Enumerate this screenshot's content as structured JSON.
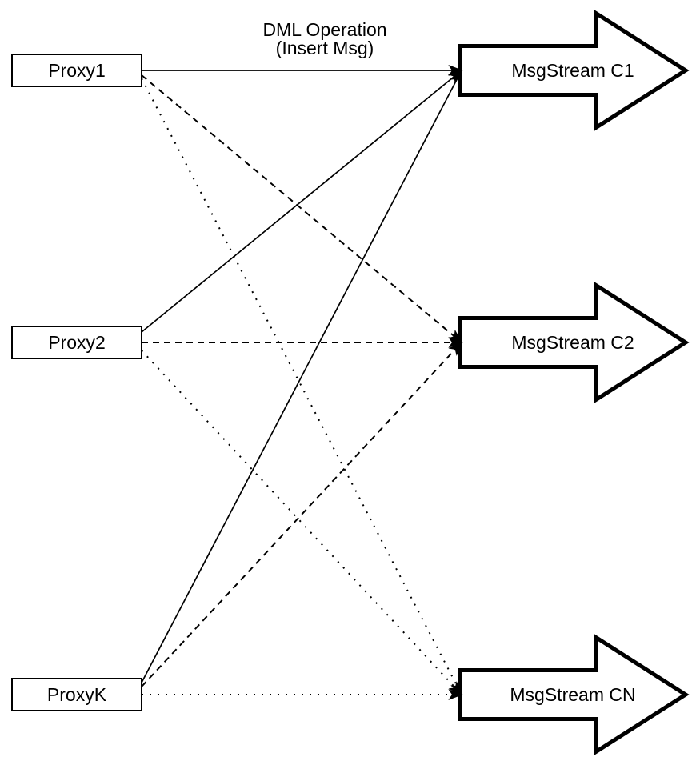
{
  "title": {
    "line1": "DML Operation",
    "line2": "(Insert Msg)"
  },
  "proxies": [
    {
      "label": "Proxy1"
    },
    {
      "label": "Proxy2"
    },
    {
      "label": "ProxyK"
    }
  ],
  "streams": [
    {
      "label": "MsgStream C1"
    },
    {
      "label": "MsgStream C2"
    },
    {
      "label": "MsgStream CN"
    }
  ],
  "edges": [
    {
      "from": "Proxy1",
      "to": "MsgStream C1",
      "line_style": "solid"
    },
    {
      "from": "Proxy1",
      "to": "MsgStream C2",
      "line_style": "dashed"
    },
    {
      "from": "Proxy1",
      "to": "MsgStream CN",
      "line_style": "dotted"
    },
    {
      "from": "Proxy2",
      "to": "MsgStream C1",
      "line_style": "solid"
    },
    {
      "from": "Proxy2",
      "to": "MsgStream C2",
      "line_style": "dashed"
    },
    {
      "from": "Proxy2",
      "to": "MsgStream CN",
      "line_style": "dotted"
    },
    {
      "from": "ProxyK",
      "to": "MsgStream C1",
      "line_style": "solid"
    },
    {
      "from": "ProxyK",
      "to": "MsgStream C2",
      "line_style": "dashed"
    },
    {
      "from": "ProxyK",
      "to": "MsgStream CN",
      "line_style": "dotted"
    }
  ],
  "colors": {
    "stroke": "#000000",
    "node_fill": "#ffffff",
    "background": "#ffffff"
  }
}
